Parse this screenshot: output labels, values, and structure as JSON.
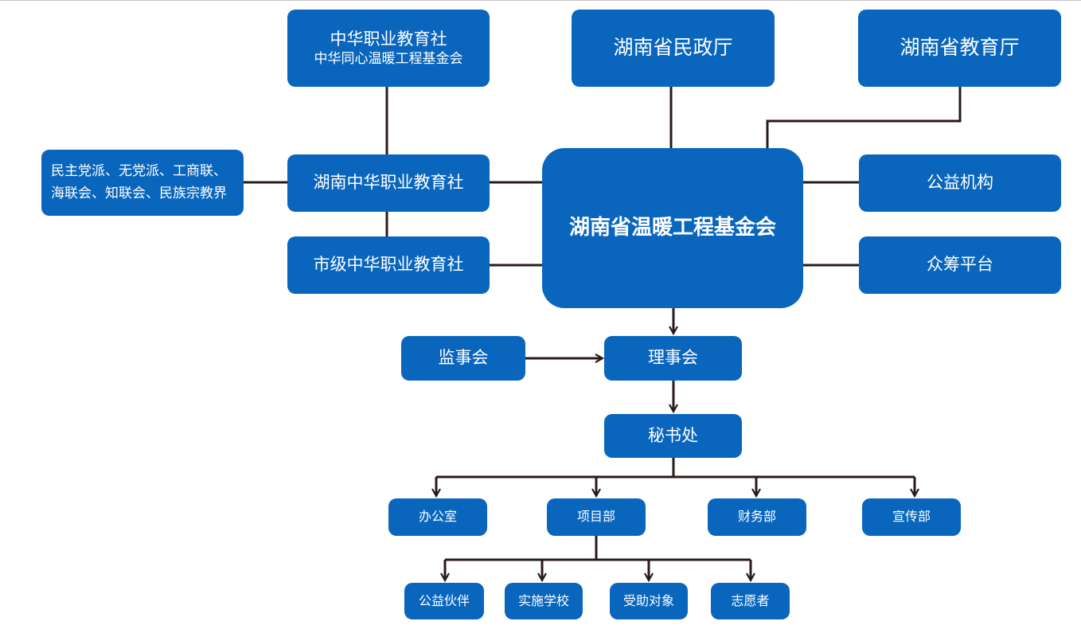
{
  "colors": {
    "box_fill": "#0a66bd",
    "box_text": "#ffffff",
    "connector": "#2b1a1a"
  },
  "nodes": {
    "zhonghua": {
      "line1": "中华职业教育社",
      "line2": "中华同心温暖工程基金会"
    },
    "minzheng": "湖南省民政厅",
    "jiaoyu": "湖南省教育厅",
    "parties": {
      "line1": "民主党派、无党派、工商联、",
      "line2": "海联会、知联会、民族宗教界"
    },
    "hunan_zhonghua": "湖南中华职业教育社",
    "shiji": "市级中华职业教育社",
    "center": "湖南省温暖工程基金会",
    "gongyi_jigou": "公益机构",
    "zhongchou": "众筹平台",
    "jianshi": "监事会",
    "lishi": "理事会",
    "mishu": "秘书处",
    "bangongshi": "办公室",
    "xiangmu": "项目部",
    "caiwu": "财务部",
    "xuanchuan": "宣传部",
    "huoban": "公益伙伴",
    "xuexiao": "实施学校",
    "shouzhu": "受助对象",
    "zhiyuan": "志愿者"
  }
}
